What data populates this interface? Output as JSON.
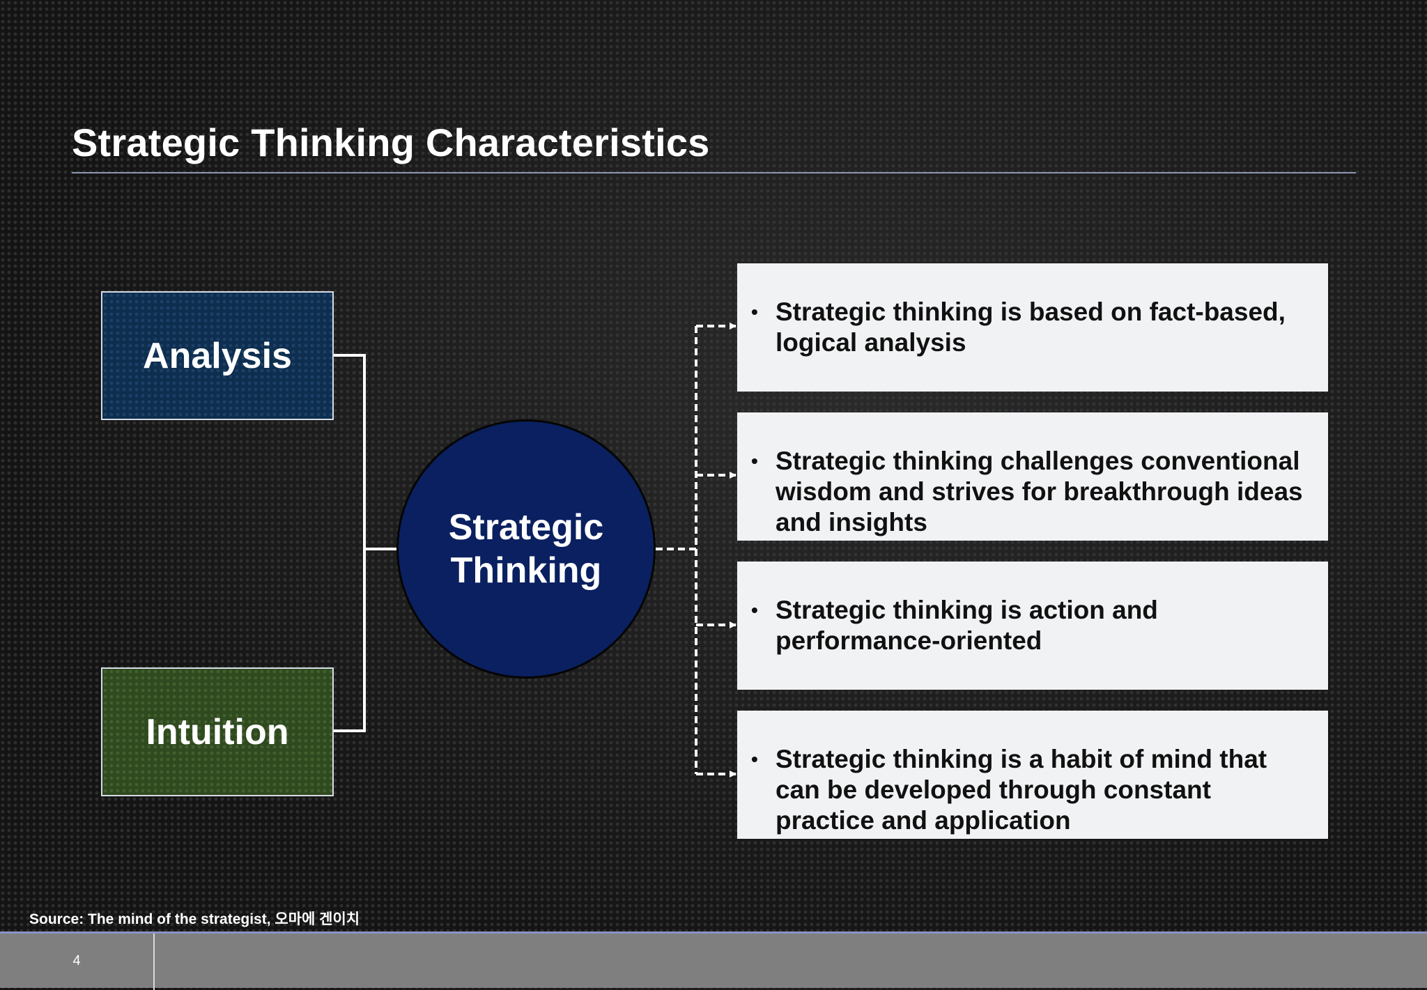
{
  "slide": {
    "title": "Strategic Thinking Characteristics"
  },
  "diagram": {
    "inputs": [
      {
        "label": "Analysis",
        "color": "#0e2e4f"
      },
      {
        "label": "Intuition",
        "color": "#2f4a1f"
      }
    ],
    "center": {
      "line1": "Strategic",
      "line2": "Thinking",
      "color": "#0a2060"
    },
    "characteristics": [
      {
        "bullet": "•",
        "text": "Strategic thinking is based on fact-based, logical analysis"
      },
      {
        "bullet": "•",
        "text": "Strategic thinking challenges conventional wisdom and strives for breakthrough ideas and insights"
      },
      {
        "bullet": "•",
        "text": "Strategic thinking is action and performance-oriented"
      },
      {
        "bullet": "•",
        "text": "Strategic thinking is a habit of mind that can be developed through constant practice and application"
      }
    ]
  },
  "footer": {
    "source": "Source: The mind of the strategist, 오마에 겐이치",
    "page_number": "4"
  }
}
